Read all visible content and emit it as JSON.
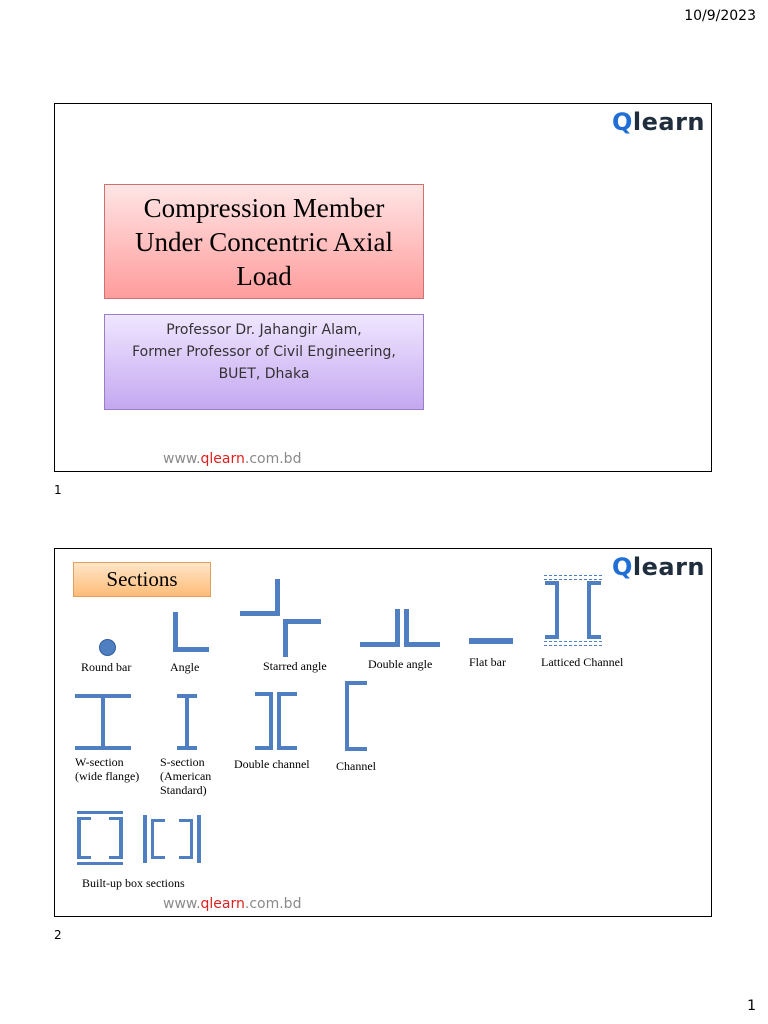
{
  "header": {
    "date": "10/9/2023"
  },
  "footer": {
    "page_number": "1"
  },
  "brand": {
    "logo_q": "Q",
    "logo_rest": "learn",
    "web_pre": "www.",
    "web_q": "qlearn",
    "web_post": ".com.bd"
  },
  "slide1": {
    "number": "1",
    "title_lines": [
      "Compression Member",
      "Under Concentric Axial",
      "Load"
    ],
    "author_lines": [
      "Professor Dr. Jahangir Alam,",
      "Former Professor of Civil Engineering,",
      "BUET, Dhaka"
    ]
  },
  "slide2": {
    "number": "2",
    "heading": "Sections",
    "labels": {
      "round_bar": "Round bar",
      "angle": "Angle",
      "starred_angle": "Starred angle",
      "double_angle": "Double angle",
      "flat_bar": "Flat bar",
      "latticed_channel": "Latticed Channel",
      "w_section": [
        "W-section",
        "(wide flange)"
      ],
      "s_section": [
        "S-section",
        "(American",
        "Standard)"
      ],
      "double_channel": "Double channel",
      "channel": "Channel",
      "box_sections": "Built-up box sections"
    }
  },
  "colors": {
    "shape": "#4f7fc0",
    "logo_q": "#1f6fd6",
    "web_q": "#e02020"
  }
}
